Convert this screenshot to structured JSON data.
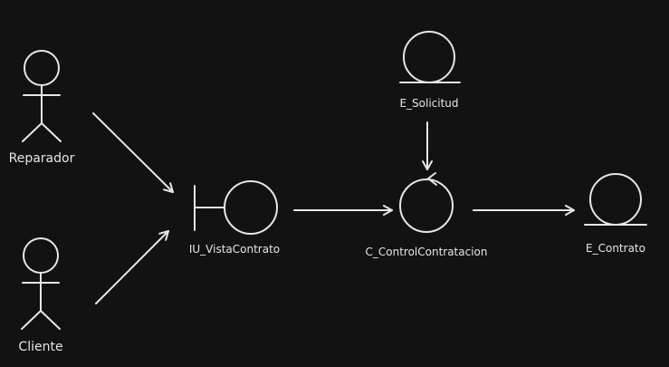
{
  "diagram": {
    "background": "#121212",
    "stroke_color": "#e6e6e6",
    "actors": [
      {
        "id": "reparador",
        "label": "Reparador"
      },
      {
        "id": "cliente",
        "label": "Cliente"
      }
    ],
    "boundary": {
      "label": "IU_VistaContrato"
    },
    "control": {
      "label": "C_ControlContratacion"
    },
    "entities": [
      {
        "id": "solicitud",
        "label": "E_Solicitud"
      },
      {
        "id": "contrato",
        "label": "E_Contrato"
      }
    ],
    "links": [
      {
        "from": "reparador",
        "to": "IU_VistaContrato"
      },
      {
        "from": "cliente",
        "to": "IU_VistaContrato"
      },
      {
        "from": "IU_VistaContrato",
        "to": "C_ControlContratacion"
      },
      {
        "from": "E_Solicitud",
        "to": "C_ControlContratacion"
      },
      {
        "from": "C_ControlContratacion",
        "to": "E_Contrato"
      }
    ]
  }
}
